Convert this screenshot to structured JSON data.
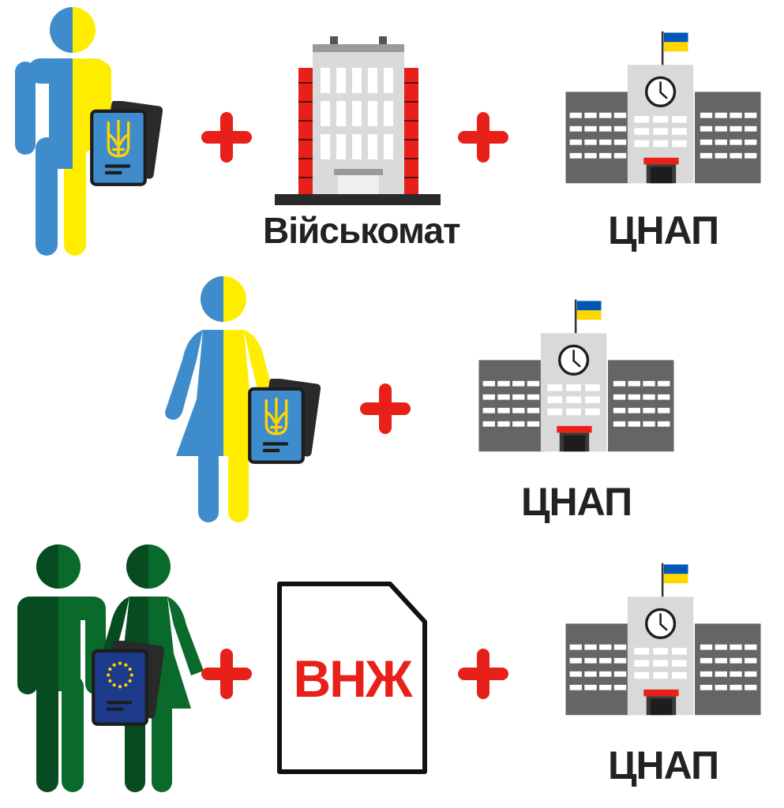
{
  "colors": {
    "ukraine_blue": "#3f8ccd",
    "ukraine_yellow": "#ffed00",
    "plus_red": "#e8201a",
    "passport_blue": "#3f8ccd",
    "passport_dark": "#2a2a2a",
    "trident_gold": "#ffd200",
    "eu_blue": "#1e3a8a",
    "eu_star": "#ffd500",
    "green_dark": "#074b20",
    "green_mid": "#0a6a2c",
    "building_gray": "#d9d9d9",
    "wing_gray": "#656565",
    "label_dark": "#222222",
    "vnzh_red": "#e8201a"
  },
  "rows": [
    {
      "person": "man-ukraine",
      "document": "ukrainian-passport",
      "items": [
        {
          "kind": "building",
          "label": "Військомат"
        },
        {
          "kind": "building",
          "label": "ЦНАП"
        }
      ]
    },
    {
      "person": "woman-ukraine",
      "document": "ukrainian-passport",
      "items": [
        {
          "kind": "building",
          "label": "ЦНАП"
        }
      ]
    },
    {
      "person": "couple-foreigners",
      "document": "eu-passport",
      "items": [
        {
          "kind": "document",
          "label": "ВНЖ"
        },
        {
          "kind": "building",
          "label": "ЦНАП"
        }
      ]
    }
  ]
}
